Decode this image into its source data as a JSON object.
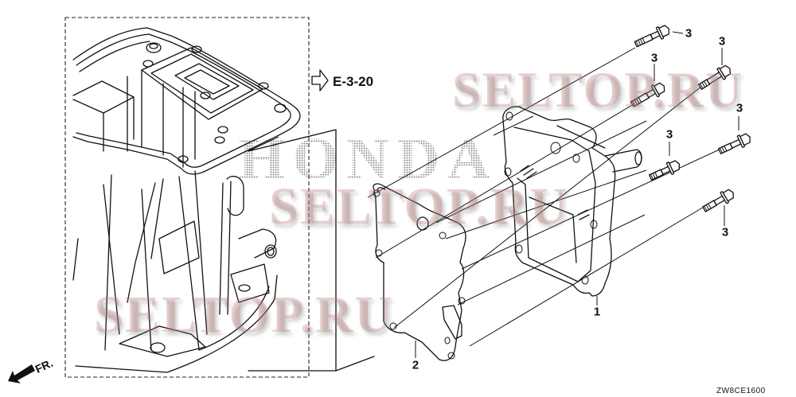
{
  "diagram": {
    "reference": {
      "arrow_icon": "outline-arrow-right-icon",
      "label": "E-3-20"
    },
    "front_indicator": {
      "icon": "front-direction-arrow-icon",
      "label": "FR."
    },
    "drawing_code": "ZW8CE1600",
    "callouts": [
      {
        "id": "c1",
        "number": "1",
        "part": "gasket-housing"
      },
      {
        "id": "c2",
        "number": "2",
        "part": "gasket-plate"
      },
      {
        "id": "c3a",
        "number": "3",
        "part": "flange-bolt"
      },
      {
        "id": "c3b",
        "number": "3",
        "part": "flange-bolt"
      },
      {
        "id": "c3c",
        "number": "3",
        "part": "flange-bolt"
      },
      {
        "id": "c3d",
        "number": "3",
        "part": "flange-bolt"
      },
      {
        "id": "c3e",
        "number": "3",
        "part": "flange-bolt"
      },
      {
        "id": "c3f",
        "number": "3",
        "part": "flange-bolt"
      }
    ],
    "colors": {
      "line": "#111111",
      "watermark": "#be7878",
      "background": "#ffffff"
    }
  },
  "watermarks": {
    "top": "SELTOP.RU",
    "middle": "SELTOP.RU",
    "bottom": "SELTOP.RU",
    "brand": "HONDA"
  }
}
